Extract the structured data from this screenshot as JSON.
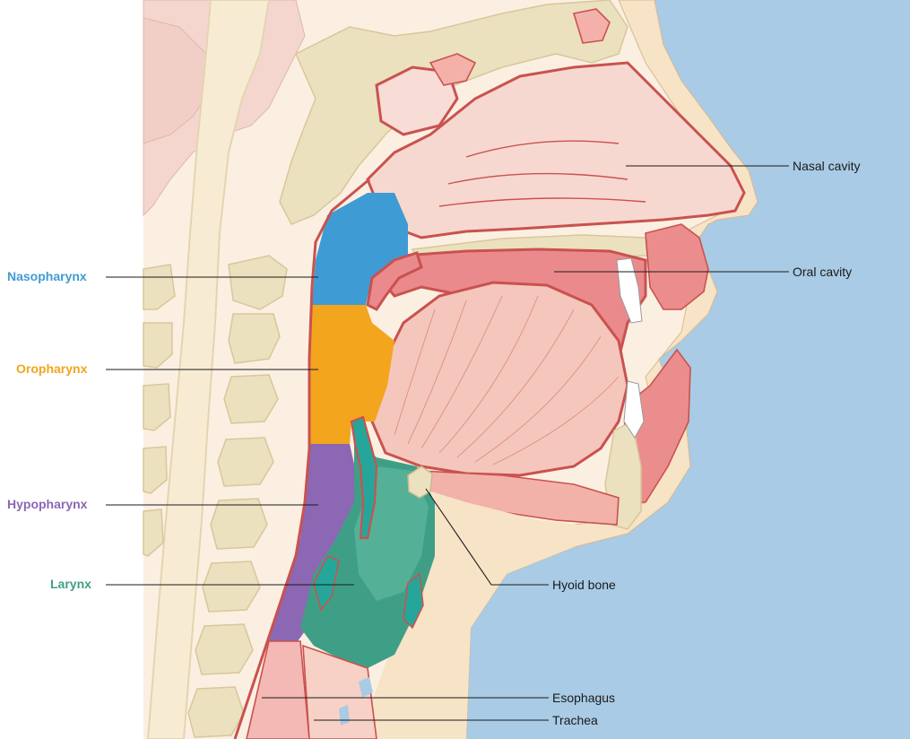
{
  "labels": {
    "left": {
      "nasopharynx": "Nasopharynx",
      "oropharynx": "Oropharynx",
      "hypopharynx": "Hypopharynx",
      "larynx": "Larynx"
    },
    "right": {
      "nasal_cavity": "Nasal cavity",
      "oral_cavity": "Oral cavity",
      "hyoid_bone": "Hyoid bone",
      "esophagus": "Esophagus",
      "trachea": "Trachea"
    }
  },
  "colors": {
    "nasopharynx": "#3f9bd3",
    "oropharynx": "#f3a51d",
    "hypopharynx": "#8c67b3",
    "larynx": "#3f9f86",
    "background_air": "#a9cbe5",
    "skin": "#f7e3c6",
    "mucosa": "#f4b9b4",
    "outline": "#c9524f",
    "bone": "#ebe1bf"
  }
}
